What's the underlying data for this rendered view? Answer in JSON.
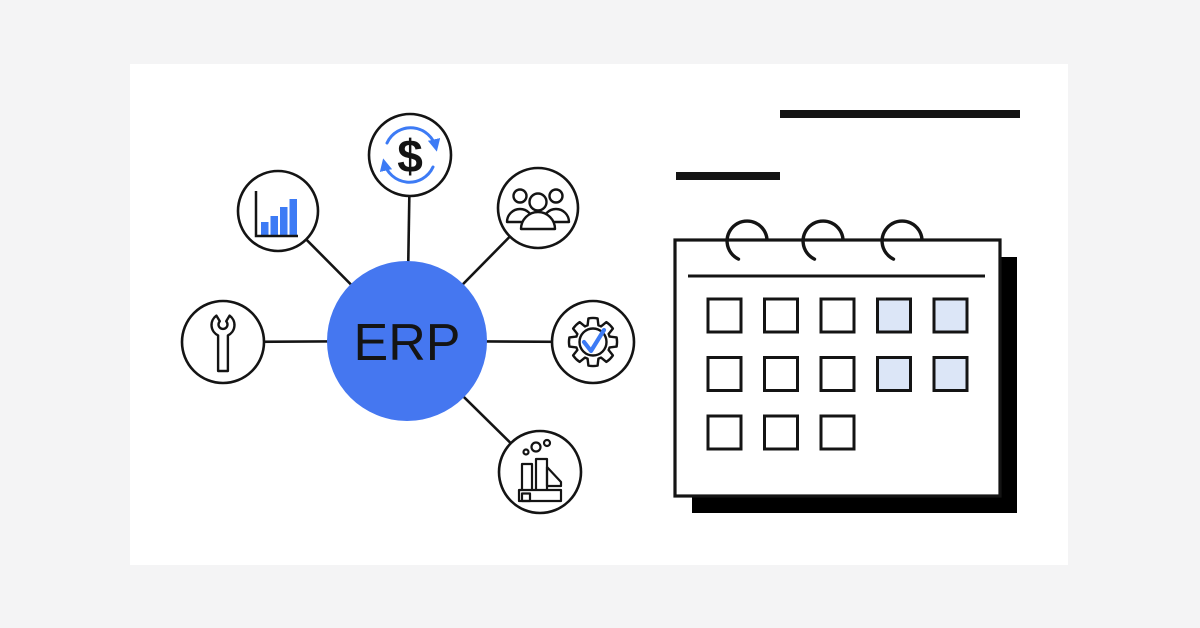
{
  "colors": {
    "page_bg": "#f4f4f5",
    "canvas_bg": "#ffffff",
    "ink": "#141414",
    "accent_blue": "#4577f0",
    "icon_blue": "#3d7bf5",
    "highlight_blue": "#dce6f7",
    "shadow_black": "#000000"
  },
  "diagram": {
    "center_label": "ERP",
    "nodes": [
      {
        "id": "currency-sync",
        "icon": "currency-sync-icon",
        "symbol": "$"
      },
      {
        "id": "growth-chart",
        "icon": "bar-chart-icon"
      },
      {
        "id": "team",
        "icon": "team-icon"
      },
      {
        "id": "maintenance",
        "icon": "wrench-icon"
      },
      {
        "id": "process-check",
        "icon": "gear-check-icon"
      },
      {
        "id": "manufacturing",
        "icon": "factory-icon"
      }
    ]
  },
  "calendar": {
    "binder_rings": 3,
    "grid": [
      [
        "normal",
        "normal",
        "normal",
        "highlight",
        "highlight"
      ],
      [
        "normal",
        "normal",
        "normal",
        "highlight",
        "highlight"
      ],
      [
        "normal",
        "normal",
        "normal"
      ]
    ]
  }
}
